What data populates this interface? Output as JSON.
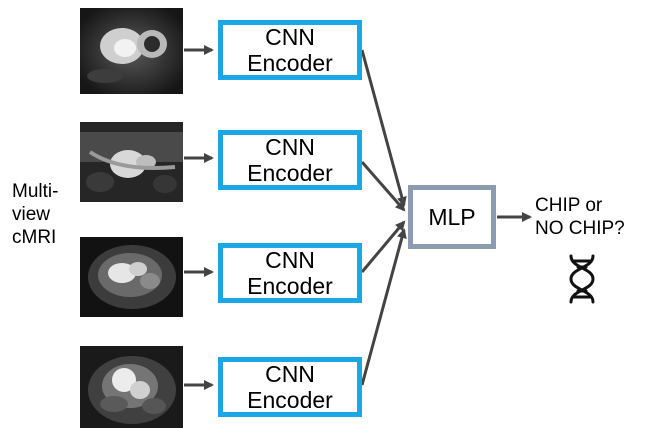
{
  "input_label": [
    "Multi-",
    "view",
    "cMRI"
  ],
  "encoders": [
    {
      "line1": "CNN",
      "line2": "Encoder"
    },
    {
      "line1": "CNN",
      "line2": "Encoder"
    },
    {
      "line1": "CNN",
      "line2": "Encoder"
    },
    {
      "line1": "CNN",
      "line2": "Encoder"
    }
  ],
  "mlp_label": "MLP",
  "output": {
    "line1": "CHIP or",
    "line2": "NO CHIP?"
  },
  "icons": {
    "output_icon": "dna-icon"
  },
  "colors": {
    "encoder_border": "#1ba6e6",
    "mlp_border": "#8c9cb0",
    "arrow": "#444444"
  }
}
